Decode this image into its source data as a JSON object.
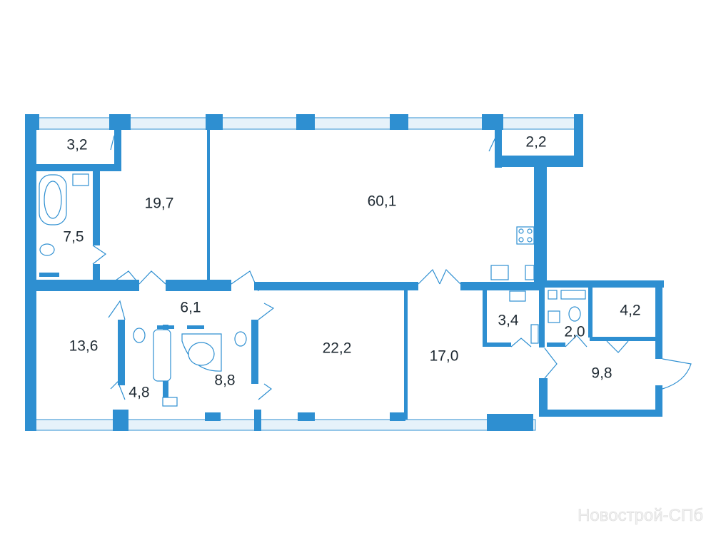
{
  "rooms": [
    {
      "id": "loggia-left",
      "area": "3,2"
    },
    {
      "id": "loggia-right",
      "area": "2,2"
    },
    {
      "id": "bathroom-top",
      "area": "7,5"
    },
    {
      "id": "bedroom-top",
      "area": "19,7"
    },
    {
      "id": "living-kitchen",
      "area": "60,1"
    },
    {
      "id": "corridor",
      "area": "6,1"
    },
    {
      "id": "bedroom-left",
      "area": "13,6"
    },
    {
      "id": "wc-small",
      "area": "4,8"
    },
    {
      "id": "bathroom-main",
      "area": "8,8"
    },
    {
      "id": "bedroom-mid",
      "area": "22,2"
    },
    {
      "id": "bedroom-right",
      "area": "17,0"
    },
    {
      "id": "utility",
      "area": "3,4"
    },
    {
      "id": "wc-right",
      "area": "2,0"
    },
    {
      "id": "storage",
      "area": "4,2"
    },
    {
      "id": "hall",
      "area": "9,8"
    }
  ],
  "watermark": "Новострой-СПб",
  "colors": {
    "wall": "#2e8fd1",
    "window": "#e6f2fa",
    "text": "#1f2a33"
  }
}
